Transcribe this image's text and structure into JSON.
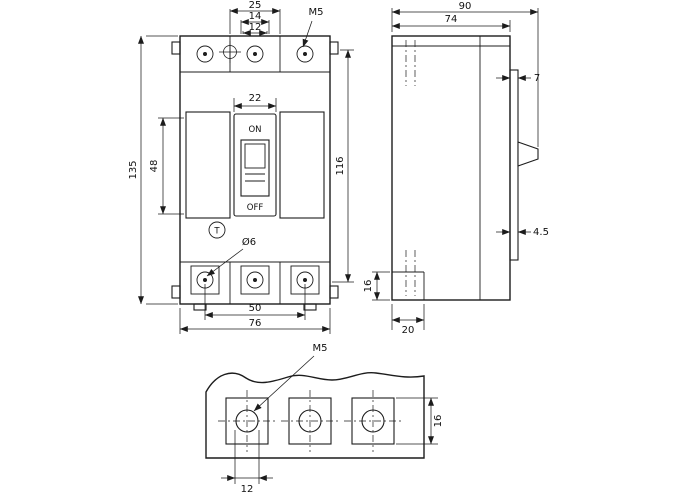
{
  "front": {
    "dim_pitch": "25",
    "dim_14": "14",
    "dim_12": "12",
    "m5": "M5",
    "dim_height": "135",
    "dim_handle": "48",
    "dim_window": "22",
    "on": "ON",
    "off": "OFF",
    "t": "T",
    "dia": "Ø6",
    "dim_116": "116",
    "dim_span": "50",
    "dim_width": "76"
  },
  "side": {
    "dim_90": "90",
    "dim_74": "74",
    "dim_7": "7",
    "dim_45": "4.5",
    "dim_16": "16",
    "dim_20": "20"
  },
  "bottom": {
    "m5": "M5",
    "dim_16": "16",
    "dim_12": "12"
  }
}
